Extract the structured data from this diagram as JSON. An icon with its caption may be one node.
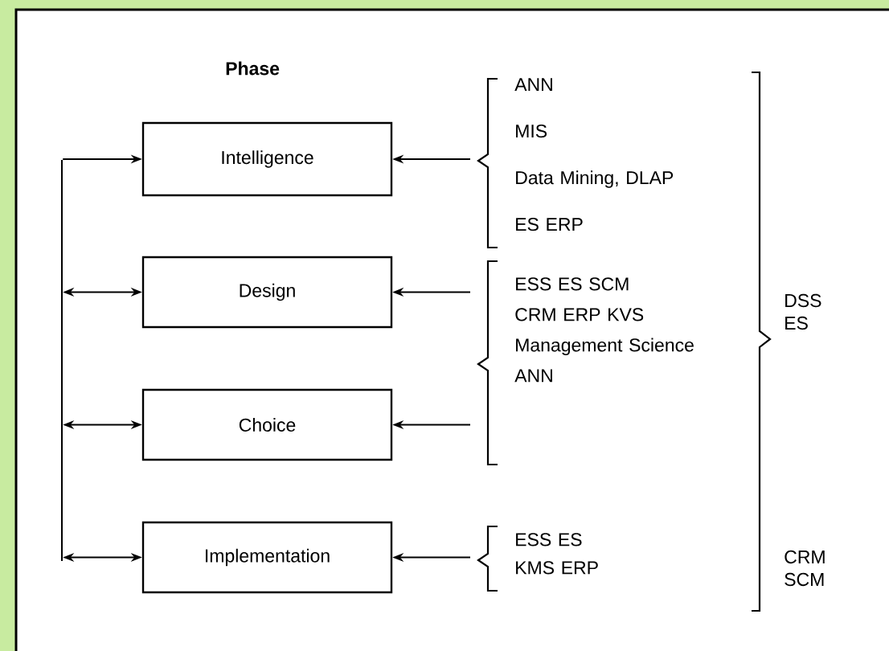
{
  "diagram": {
    "nodes": [
      {
        "text": [
          "Intelligence"
        ]
      },
      {
        "text": [
          "Design"
        ]
      },
      {
        "text": [
          "Choice"
        ]
      },
      {
        "text": [
          "Implementation"
        ]
      },
      {
        "text": [
          "ANN",
          "MIS",
          "Data Mining, DLAP",
          "ES ERP"
        ]
      },
      {
        "text": [
          "ESS ES SCM",
          "CRM ERP KVS",
          "Management Science",
          "ANN"
        ]
      },
      {
        "text": [
          "ESS ES",
          "KMS ERP"
        ]
      },
      {
        "text": [],
        "shape": "bar"
      }
    ],
    "edges": [
      {
        "from": 7,
        "to": 0,
        "arrow": "to"
      },
      {
        "from": 7,
        "to": 1,
        "arrow": "both"
      },
      {
        "from": 7,
        "to": 2,
        "arrow": "both"
      },
      {
        "from": 7,
        "to": 3,
        "arrow": "both"
      },
      {
        "from": 4,
        "to": 0,
        "arrow": "to"
      },
      {
        "from": 5,
        "to": 1,
        "arrow": "to"
      },
      {
        "from": 5,
        "to": 2,
        "arrow": "to"
      },
      {
        "from": 6,
        "to": 3,
        "arrow": "to"
      }
    ],
    "labels": [
      "Phase",
      "DSS ES",
      "CRM SCM"
    ]
  }
}
